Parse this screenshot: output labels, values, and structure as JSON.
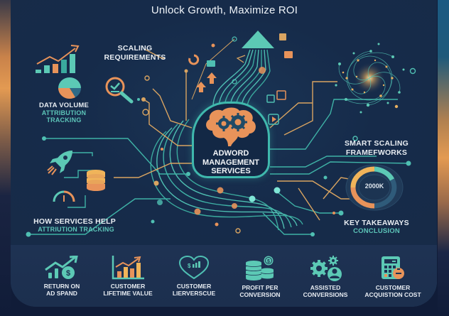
{
  "title": "Unlock Growth, Maximize ROI",
  "center": {
    "line1": "ADWORD",
    "line2": "MANAGEMENT",
    "line3": "SERVICES",
    "icon": "brain-gears-icon"
  },
  "top_left": {
    "title": "DATA VOLUME",
    "subtitle": "ATTRIBUTION TRACKING",
    "icons": [
      "growth-bar-chart-icon",
      "pie-chart-icon"
    ]
  },
  "scaling": {
    "line1": "SCALING",
    "line2": "REQUIREMENTS",
    "icon": "magnifier-check-icon"
  },
  "top_right": {
    "icon": "spiral-galaxy-network-icon"
  },
  "right": {
    "line1": "SMART SCALING",
    "line2": "FRAMEFWORKS",
    "gauge_value": "2000K",
    "gauge_colors": {
      "orange": "#e8935a",
      "yellow": "#f0b45a",
      "teal": "#5cc9b5",
      "track": "#2a4a68"
    }
  },
  "key_takeaways": {
    "title": "KEY TAKEAWAYS",
    "subtitle": "CONCLUSION"
  },
  "left_bottom": {
    "title": "HOW SERVICES HELP",
    "subtitle": "ATTRIUTION TRACKING",
    "icons": [
      "rocket-icon",
      "database-stack-icon",
      "speedometer-icon"
    ]
  },
  "metrics": [
    {
      "label": "RETURN ON\nAD SPAND",
      "icon": "growth-dollar-icon"
    },
    {
      "label": "CUSTOMER\nLIFETIME VALUE",
      "icon": "bar-chart-trend-icon"
    },
    {
      "label": "CUSTOMER\nLIERVERSCUE",
      "icon": "heart-chart-icon"
    },
    {
      "label": "PROFIT PER\nCONVERSION",
      "icon": "coin-stacks-icon"
    },
    {
      "label": "ASSISTED\nCONVERSIONS",
      "icon": "gears-user-icon"
    },
    {
      "label": "CUSTOMER\nACQUISTION COST",
      "icon": "calculator-icon"
    }
  ],
  "colors": {
    "teal": "#5cc9b5",
    "orange": "#e8935a",
    "gold": "#d9a461",
    "panel": "#1c3252",
    "background": "#101c38",
    "text": "#e8edf2"
  }
}
